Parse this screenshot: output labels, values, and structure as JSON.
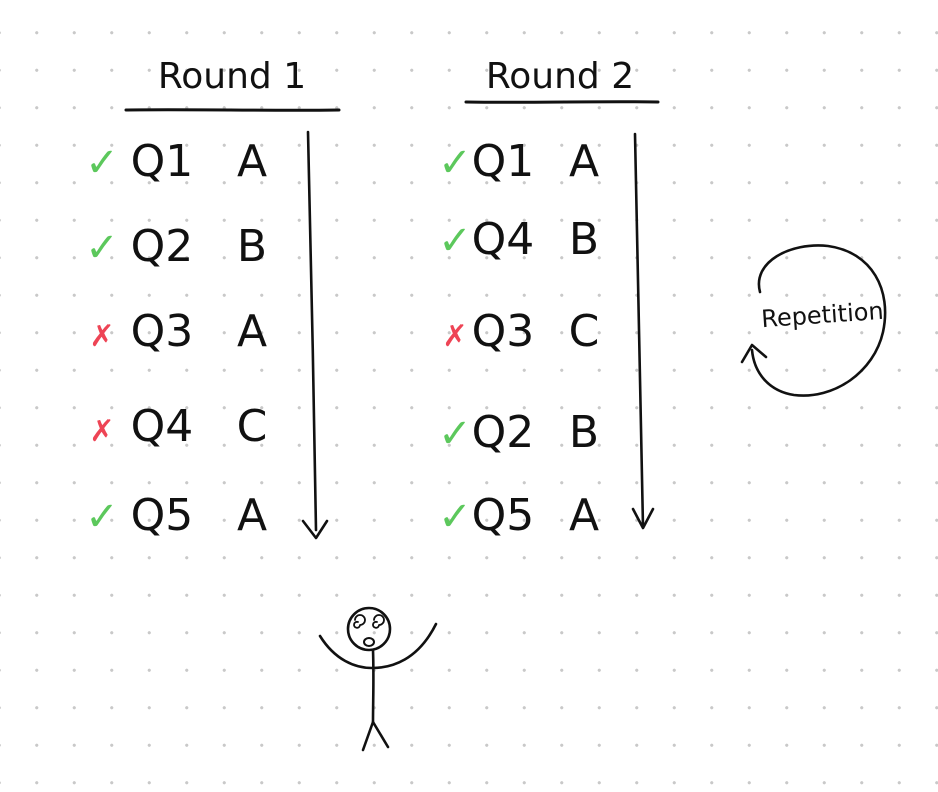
{
  "rounds": [
    {
      "title": "Round 1",
      "rows": [
        {
          "question": "Q1",
          "answer": "A",
          "result": "correct"
        },
        {
          "question": "Q2",
          "answer": "B",
          "result": "correct"
        },
        {
          "question": "Q3",
          "answer": "A",
          "result": "wrong"
        },
        {
          "question": "Q4",
          "answer": "C",
          "result": "wrong"
        },
        {
          "question": "Q5",
          "answer": "A",
          "result": "correct"
        }
      ]
    },
    {
      "title": "Round 2",
      "rows": [
        {
          "question": "Q1",
          "answer": "A",
          "result": "correct"
        },
        {
          "question": "Q4",
          "answer": "B",
          "result": "correct"
        },
        {
          "question": "Q3",
          "answer": "C",
          "result": "wrong"
        },
        {
          "question": "Q2",
          "answer": "B",
          "result": "correct"
        },
        {
          "question": "Q5",
          "answer": "A",
          "result": "correct"
        }
      ]
    }
  ],
  "cycle_label": "Repetition",
  "marks": {
    "correct": "✓",
    "wrong": "✗"
  },
  "colors": {
    "ink": "#111111",
    "correct": "#5cc85c",
    "wrong": "#ee4455",
    "grid_dot": "#c9c9c9"
  }
}
